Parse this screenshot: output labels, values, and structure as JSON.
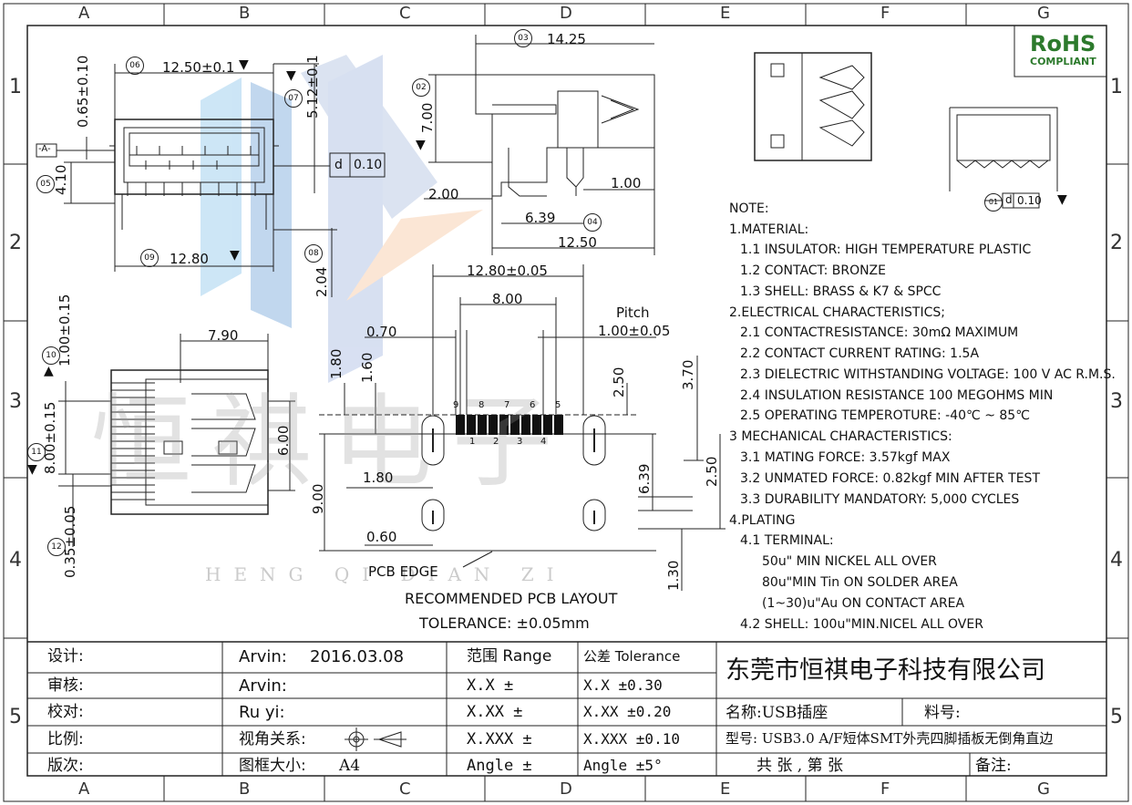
{
  "border": {
    "columns": [
      "A",
      "B",
      "C",
      "D",
      "E",
      "F",
      "G"
    ],
    "rows": [
      "1",
      "2",
      "3",
      "4",
      "5"
    ]
  },
  "rohs": {
    "top": "RoHS",
    "bottom": "COMPLIANT"
  },
  "datum": "-A-",
  "dims": {
    "d06": "12.50±0.1",
    "d07": "5.12±0.1",
    "d065": "0.65±0.10",
    "d05": "4.10",
    "d09": "12.80",
    "d08": "2.04",
    "flat1": "0.10",
    "flat_d": "d",
    "d03": "14.25",
    "d02": "7.00",
    "d_2": "2.00",
    "d_1": "1.00",
    "d04": "6.39",
    "d1250": "12.50",
    "flat2": "0.10",
    "d790": "7.90",
    "d10": "1.00±0.15",
    "d11": "8.00±0.15",
    "d600": "6.00",
    "d12": "0.35±0.05",
    "p1280": "12.80±0.05",
    "p800": "8.00",
    "p070": "0.70",
    "pitch_label": "Pitch",
    "pitch": "1.00±0.05",
    "p180a": "1.80",
    "p160": "1.60",
    "p250a": "2.50",
    "p370": "3.70",
    "p180b": "1.80",
    "p900": "9.00",
    "p060": "0.60",
    "p639": "6.39",
    "p250b": "2.50",
    "p130": "1.30",
    "pin_top": [
      "9",
      "8",
      "7",
      "6",
      "5"
    ],
    "pin_bot": [
      "1",
      "2",
      "3",
      "4"
    ],
    "pcb_edge": "PCB EDGE",
    "layout_title": "RECOMMENDED PCB LAYOUT",
    "tolerance": "TOLERANCE: ±0.05mm"
  },
  "circled": [
    "06",
    "07",
    "05",
    "09",
    "08",
    "03",
    "02",
    "04",
    "10",
    "11",
    "12",
    "01"
  ],
  "watermark": {
    "cn": "恒祺电子",
    "en": "HENG QI DIAN ZI"
  },
  "notes": [
    "NOTE:",
    "1.MATERIAL:",
    "1.1 INSULATOR: HIGH TEMPERATURE PLASTIC",
    "1.2 CONTACT: BRONZE",
    "1.3 SHELL: BRASS & K7 & SPCC",
    "2.ELECTRICAL CHARACTERISTICS;",
    "2.1 CONTACTRESISTANCE: 30mΩ MAXIMUM",
    "2.2 CONTACT CURRENT RATING: 1.5A",
    "2.3 DIELECTRIC WITHSTANDING VOLTAGE: 100 V AC R.M.S.",
    "2.4 INSULATION RESISTANCE 100 MEGOHMS MIN",
    "2.5 OPERATING TEMPEROTURE: -40℃ ~ 85℃",
    "3 MECHANICAL CHARACTERISTICS:",
    "3.1 MATING FORCE: 3.57kgf MAX",
    "3.2 UNMATED FORCE: 0.82kgf MIN AFTER TEST",
    "3.3 DURABILITY MANDATORY: 5,000 CYCLES",
    "4.PLATING",
    "4.1 TERMINAL:",
    "50u\" MIN NICKEL ALL OVER",
    "80u\"MIN Tin ON SOLDER AREA",
    "(1~30)u\"Au ON CONTACT AREA",
    "4.2 SHELL: 100u\"MIN.NICEL ALL OVER"
  ],
  "title_block": {
    "design_label": "设计:",
    "check_label": "审核:",
    "verify_label": "校对:",
    "scale_label": "比例:",
    "version_label": "版次:",
    "designer": "Arvin:",
    "date": "2016.03.08",
    "checker": "Arvin:",
    "verifier": "Ru yi:",
    "view_label": "视角关系:",
    "frame_label": "图框大小:",
    "frame_value": "A4",
    "range_header": "范围 Range",
    "tol_header": "公差 Tolerance",
    "ranges": [
      "X.X    ±",
      "X.XX   ±",
      "X.XXX  ±",
      "Angle ±"
    ],
    "tolerances": [
      "X.X   ±0.30",
      "X.XX  ±0.20",
      "X.XXX ±0.10",
      "Angle ±5°"
    ],
    "company": "东莞市恒祺电子科技有限公司",
    "name_label": "名称:USB插座",
    "part_label": "料号:",
    "model_label": "型号: USB3.0 A/F短体SMT外壳四脚插板无倒角直边",
    "sheets": "共  张 , 第  张",
    "remark": "备注:"
  }
}
